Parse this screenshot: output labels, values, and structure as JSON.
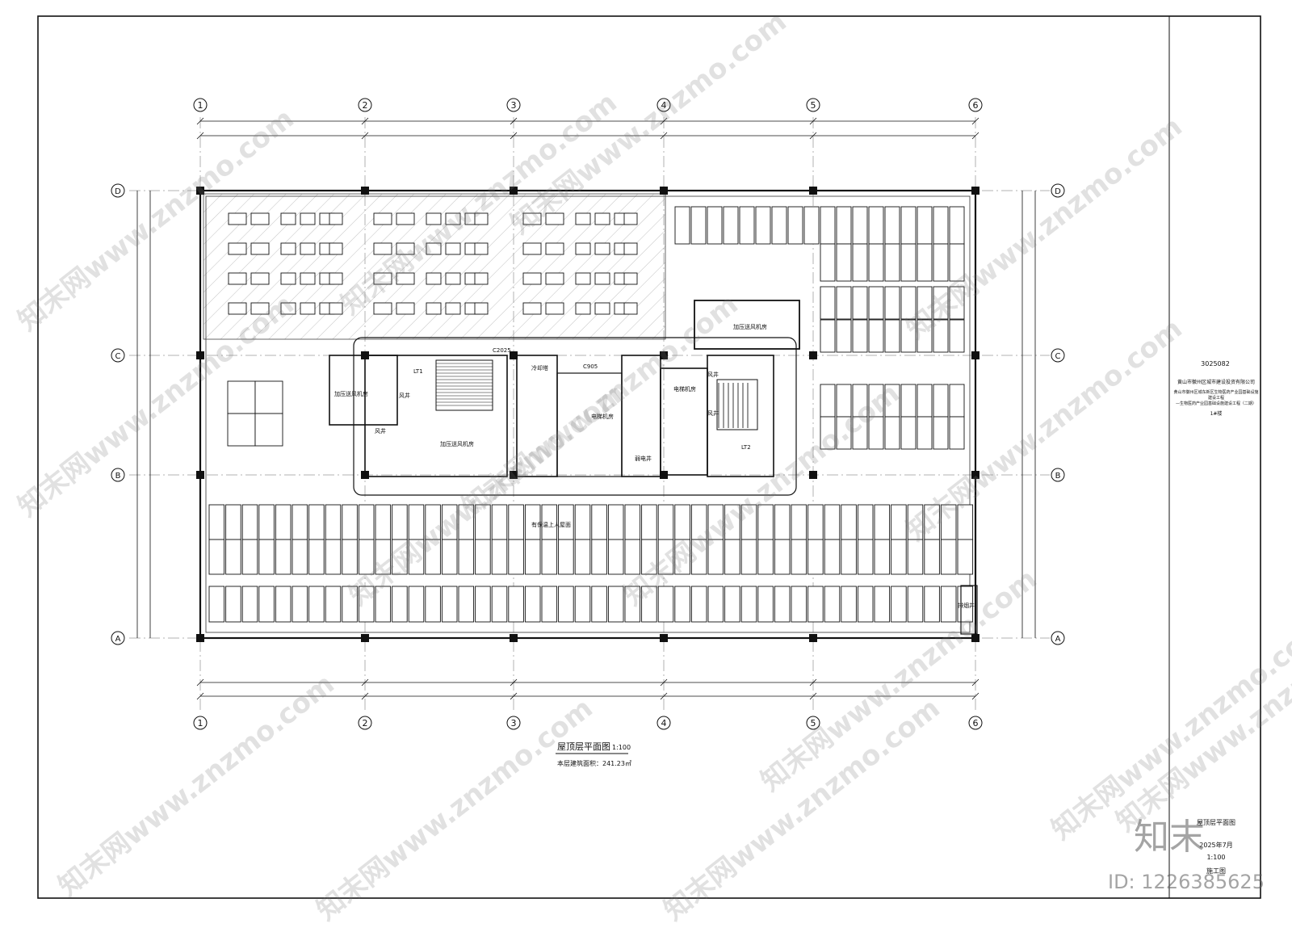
{
  "drawing": {
    "title": "屋顶层平面图",
    "scale": "1:100",
    "area_label": "本层建筑面积：241.23㎡",
    "axes_x": [
      "1",
      "2",
      "3",
      "4",
      "5",
      "6"
    ],
    "axes_y": [
      "D",
      "C",
      "B",
      "A"
    ],
    "rooms": {
      "pressurize_1": "加压送风机房",
      "pressurize_2": "加压送风机房",
      "pressurize_3": "加压送风机房",
      "wind_well_1": "风井",
      "wind_well_2": "风井",
      "wind_well_3": "风井",
      "wind_well_4": "风井",
      "lt1": "LT1",
      "lt2": "LT2",
      "elevator_room_1": "电梯机房",
      "elevator_room_2": "电梯机房",
      "weak_well": "弱电井",
      "cooling_tower": "冷却塔",
      "roof_note": "有保温上人屋面",
      "smoke_well": "排烟井",
      "code_c": "C2025",
      "code_c2": "C905"
    }
  },
  "title_block": {
    "project_no": "3025082",
    "company": "黄山市徽州区城市建设投资有限公司",
    "project_name_1": "黄山市徽州区城东新区生物医药产业园基础设施建设工程",
    "project_name_2": "—生物医药产业园基础设施建设工程（二期）",
    "building": "1#楼",
    "sheet_title": "屋顶层平面图",
    "date": "2025年7月",
    "scale": "1:100",
    "stage": "施工图"
  },
  "watermark": {
    "text": "知末网www.znzmo.com",
    "brand": "知末",
    "id_label": "ID: 1226385625"
  }
}
